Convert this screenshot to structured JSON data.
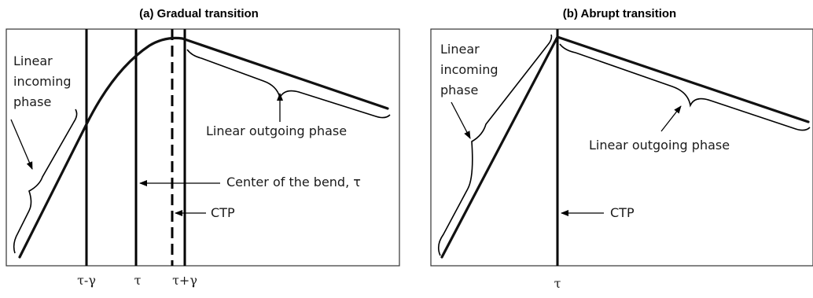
{
  "panel_a": {
    "title": "(a) Gradual transition",
    "incoming_label": [
      "Linear",
      "incoming",
      "phase"
    ],
    "outgoing_label": "Linear outgoing phase",
    "center_label": "Center of the bend, τ",
    "ctp_label": "CTP",
    "ticks": [
      "τ-γ",
      "τ",
      "τ+γ"
    ]
  },
  "panel_b": {
    "title": "(b) Abrupt transition",
    "incoming_label": [
      "Linear",
      "incoming",
      "phase"
    ],
    "outgoing_label": "Linear outgoing phase",
    "ctp_label": "CTP",
    "ticks": [
      "τ"
    ]
  }
}
